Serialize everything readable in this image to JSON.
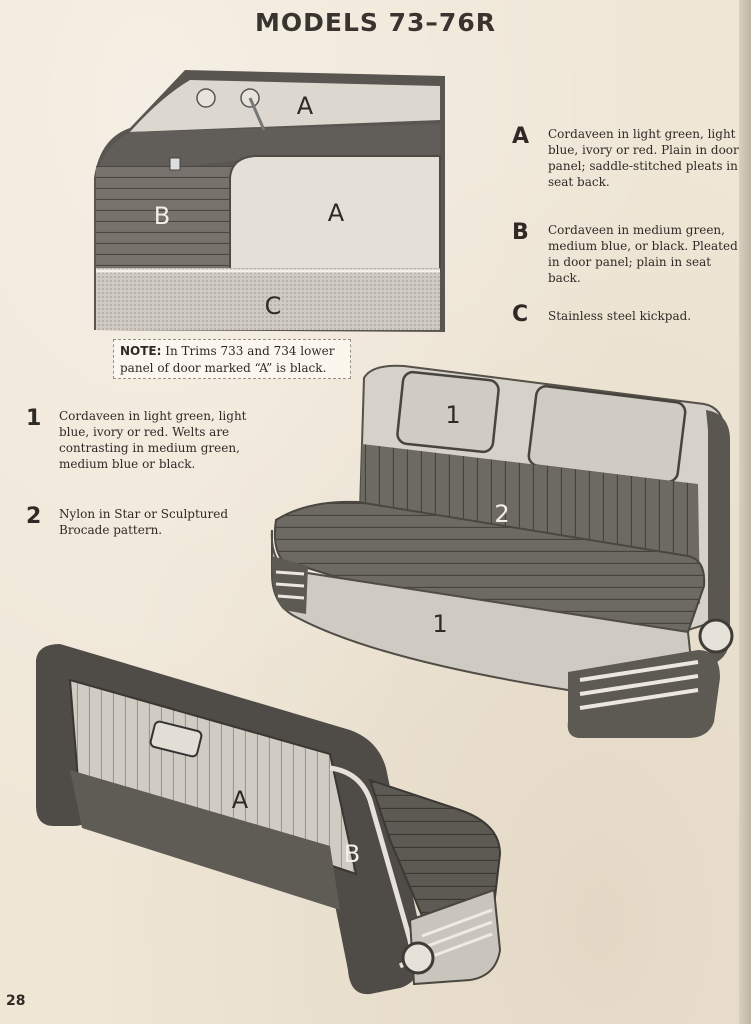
{
  "page": {
    "title": "MODELS 73–76R",
    "page_number": "28"
  },
  "door_legend": [
    {
      "key": "A",
      "text": "Cordaveen in light green, light blue, ivory or red. Plain in door panel; saddle-stitched pleats in seat back."
    },
    {
      "key": "B",
      "text": "Cordaveen in medium green, medium blue, or black. Pleated in door panel; plain in seat back."
    },
    {
      "key": "C",
      "text": "Stainless steel kickpad."
    }
  ],
  "seat_legend": [
    {
      "key": "1",
      "text": "Cordaveen in light green, light blue, ivory or red. Welts are contrasting in medium green, medium blue or black."
    },
    {
      "key": "2",
      "text": "Nylon in Star or Sculptured Brocade pattern."
    }
  ],
  "note": {
    "label": "NOTE:",
    "text": "In Trims 733 and 734 lower panel of door marked “A” is black."
  },
  "illustrations": {
    "door_panel": {
      "labels": [
        "A",
        "A",
        "B",
        "C"
      ]
    },
    "front_seat": {
      "labels": [
        "1",
        "2",
        "1"
      ]
    },
    "rear_seat": {
      "labels": [
        "A",
        "B"
      ]
    }
  },
  "colors": {
    "paper": "#efe6d6",
    "light_trim": "#d8d4cc",
    "dark_trim": "#6a6660",
    "ink": "#2e2a26"
  }
}
